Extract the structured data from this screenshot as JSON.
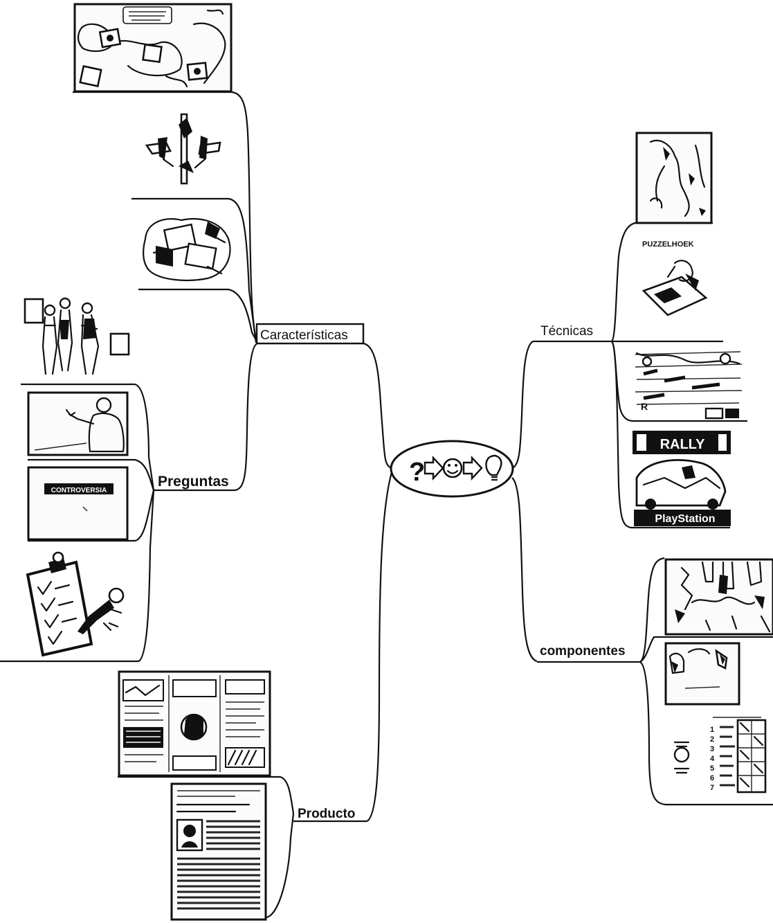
{
  "center": {
    "symbols": [
      "?",
      "⇨",
      "☺",
      "⇨",
      "💡"
    ]
  },
  "branches": {
    "caracteristicas": "Características",
    "preguntas": "Preguntas",
    "producto": "Producto",
    "tecnicas": "Técnicas",
    "componentes": "componentes"
  },
  "image_texts": {
    "controversia": "CONTROVERSIA",
    "puzzelhoek": "PUZZELHOEK",
    "rally": "RALLY",
    "playstation": "PlayStation",
    "numbers": [
      "1",
      "2",
      "3",
      "4",
      "5",
      "6",
      "7"
    ]
  }
}
